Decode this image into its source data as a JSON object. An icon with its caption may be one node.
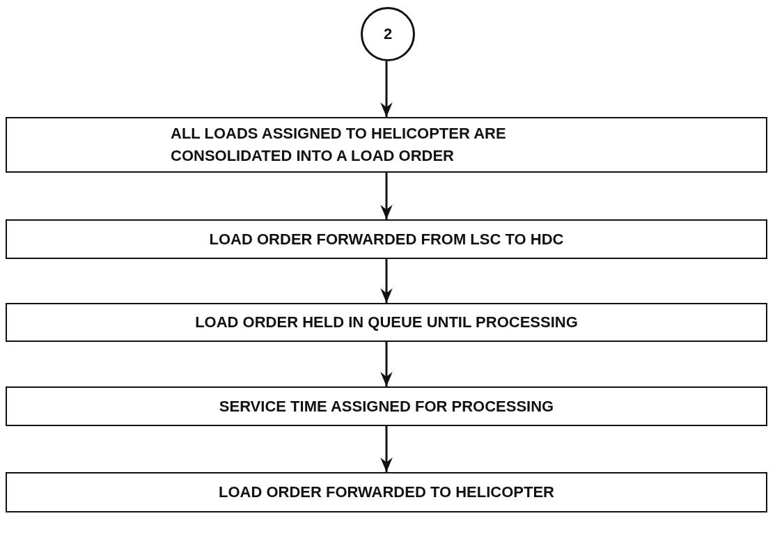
{
  "diagram": {
    "nodes": [
      {
        "text": [
          "2"
        ]
      },
      {
        "text": [
          "ALL LOADS ASSIGNED TO HELICOPTER ARE CONSOLIDATED INTO A LOAD ORDER"
        ]
      },
      {
        "text": [
          "LOAD ORDER FORWARDED FROM LSC TO HDC"
        ]
      },
      {
        "text": [
          "LOAD ORDER HELD IN QUEUE UNTIL PROCESSING"
        ]
      },
      {
        "text": [
          "SERVICE TIME ASSIGNED FOR PROCESSING"
        ]
      },
      {
        "text": [
          "LOAD ORDER FORWARDED TO HELICOPTER"
        ]
      }
    ],
    "edges": [
      {
        "from": 0,
        "to": 1,
        "arrow": "to"
      },
      {
        "from": 1,
        "to": 2,
        "arrow": "to"
      },
      {
        "from": 2,
        "to": 3,
        "arrow": "to"
      },
      {
        "from": 3,
        "to": 4,
        "arrow": "to"
      },
      {
        "from": 4,
        "to": 5,
        "arrow": "to"
      }
    ]
  }
}
